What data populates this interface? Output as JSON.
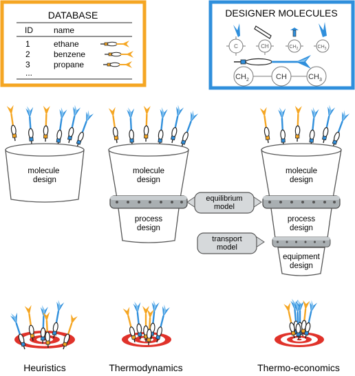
{
  "database": {
    "title": "DATABASE",
    "col_id": "ID",
    "col_name": "name",
    "rows": [
      {
        "id": "1",
        "name": "ethane"
      },
      {
        "id": "2",
        "name": "benzene"
      },
      {
        "id": "3",
        "name": "propane"
      }
    ],
    "ellipsis": "..."
  },
  "designer": {
    "title": "DESIGNER MOLECULES",
    "groups": [
      "C",
      "CH",
      "CH",
      "CH"
    ],
    "group_subs": [
      "",
      "",
      "2",
      "3"
    ],
    "chain": [
      "CH",
      "CH",
      "CH"
    ],
    "chain_subs": [
      "2",
      "",
      "3"
    ]
  },
  "buckets": {
    "molecule_design": "molecule design",
    "process_design": "process design",
    "equipment_design": "equipment design"
  },
  "callouts": {
    "equilibrium_model": "equilibrium model",
    "transport_model": "transport model"
  },
  "labels": {
    "heuristics": "Heuristics",
    "thermodynamics": "Thermodynamics",
    "thermo_economics": "Thermo-economics"
  },
  "colors": {
    "orange": "#f5a623",
    "blue": "#2f8fdc",
    "dark": "#1e1e1e",
    "target_red": "#e0322a",
    "flange_gray": "#9aa0a3"
  }
}
